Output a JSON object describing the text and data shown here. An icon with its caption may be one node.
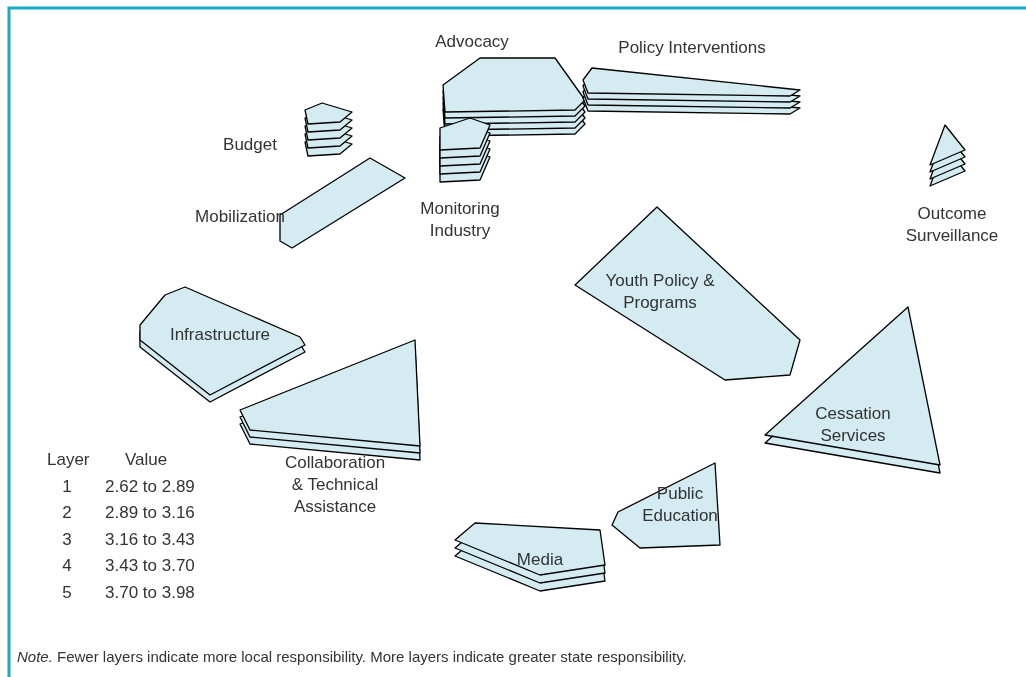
{
  "diagram": {
    "caption": "*Note.* Fewer layers indicate more local responsibility. More layers indicate greater state responsibility.",
    "nodes": [
      {
        "text": [
          "Advocacy"
        ]
      },
      {
        "text": [
          "Policy Interventions"
        ]
      },
      {
        "text": [
          "Budget"
        ]
      },
      {
        "text": [
          "Mobilization"
        ]
      },
      {
        "text": [
          "Monitoring Industry"
        ]
      },
      {
        "text": [
          "Outcome Surveillance"
        ]
      },
      {
        "text": [
          "Youth Policy & Programs"
        ]
      },
      {
        "text": [
          "Infrastructure"
        ]
      },
      {
        "text": [
          "Cessation Services"
        ]
      },
      {
        "text": [
          "Collaboration & Technical Assistance"
        ]
      },
      {
        "text": [
          "Public Education"
        ]
      },
      {
        "text": [
          "Media"
        ]
      }
    ],
    "edges": [],
    "labels": [
      "Layer",
      "Value",
      "1",
      "2.62 to 2.89",
      "2",
      "2.89 to 3.16",
      "3",
      "3.16 to 3.43",
      "4",
      "3.43 to 3.70",
      "5",
      "3.70 to 3.98"
    ]
  }
}
